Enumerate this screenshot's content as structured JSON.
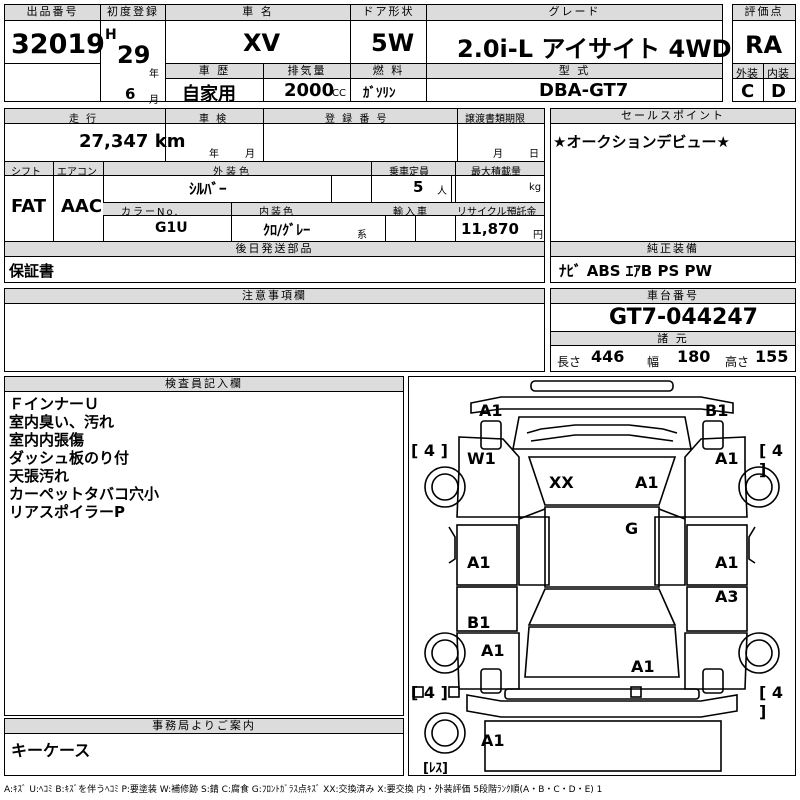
{
  "header": {
    "lot_label": "出品番号",
    "lot_number": "32019",
    "first_reg_label": "初度登録",
    "era": "H",
    "reg_year": "29",
    "year_unit": "年",
    "reg_month": "6",
    "month_unit": "月",
    "car_name_label": "車 名",
    "car_name": "XV",
    "door_label": "ドア形状",
    "door": "5W",
    "grade_label": "グレード",
    "grade": "2.0i-L アイサイト 4WD",
    "score_label": "評価点",
    "score": "RA",
    "exterior_label": "外装",
    "interior_label": "内装",
    "exterior": "C",
    "interior": "D",
    "history_label": "車 歴",
    "history": "自家用",
    "displacement_label": "排気量",
    "displacement": "2000",
    "cc_unit": "CC",
    "fuel_label": "燃 料",
    "fuel": "ｶﾞｿﾘﾝ",
    "model_label": "型 式",
    "model": "DBA-GT7"
  },
  "info": {
    "mileage_label": "走 行",
    "inspection_label": "車 検",
    "reg_no_label": "登 録 番 号",
    "transfer_deadline_label": "譲渡書類期限",
    "mileage": "27,347 km",
    "year_unit": "年",
    "month_unit": "月",
    "day_unit": "日"
  },
  "sales": {
    "label": "セールスポイント",
    "text": "★オークションデビュー★"
  },
  "specs": {
    "shift_label": "シフト",
    "ac_label": "エアコン",
    "ext_color_label": "外装色",
    "capacity_label": "乗車定員",
    "max_load_label": "最大積載量",
    "shift": "FAT",
    "ac": "AAC",
    "ext_color": "ｼﾙﾊﾞｰ",
    "capacity": "5",
    "capacity_unit": "人",
    "load_unit": "kg",
    "color_no_label": "カラーNo.",
    "int_color_label": "内装色",
    "import_label": "輸入車",
    "recycle_label": "リサイクル預託金",
    "color_no": "G1U",
    "int_color": "ｸﾛ/ｸﾞﾚｰ",
    "int_color_unit": "系",
    "recycle": "11,870",
    "yen_unit": "円"
  },
  "later_parts": {
    "label": "後日発送部品",
    "value": "保証書"
  },
  "equipment": {
    "label": "純正装備",
    "value": "ﾅﾋﾞ ABS ｴｱB PS PW"
  },
  "notes": {
    "label": "注意事項欄"
  },
  "chassis": {
    "label": "車台番号",
    "number": "GT7-044247",
    "dims_label": "諸 元",
    "length_label": "長さ",
    "length": "446",
    "width_label": "幅",
    "width": "180",
    "height_label": "高さ",
    "height": "155"
  },
  "inspector": {
    "label": "検査員記入欄",
    "notes": [
      "ＦインナーＵ",
      "室内臭い、汚れ",
      "室内内張傷",
      "ダッシュ板のり付",
      "天張汚れ",
      "カーペットタバコ穴小",
      "リアスポイラーP"
    ]
  },
  "office": {
    "label": "事務局よりご案内",
    "value": "キーケース"
  },
  "diagram": {
    "marks": [
      "A1",
      "B1",
      "W1",
      "A1",
      "XX",
      "A1",
      "G",
      "A1",
      "A1",
      "A3",
      "B1",
      "A1",
      "A1",
      "A1"
    ],
    "tires": [
      "[ 4 ]",
      "[ 4 ]",
      "[ 4 ]",
      "[ 4 ]"
    ],
    "spare": "[ﾚｽ]"
  },
  "footer": {
    "legend": "A:ｷｽﾞ U:ﾍｺﾐ B:ｷｽﾞを伴うﾍｺﾐ P:要塗装 W:補修跡 S:錆 C:腐食 G:ﾌﾛﾝﾄｶﾞﾗｽ点ｷｽﾞ XX:交換済み X:要交換 内・外装評価 5段階ﾗﾝｸ順(A・B・C・D・E) 1"
  }
}
